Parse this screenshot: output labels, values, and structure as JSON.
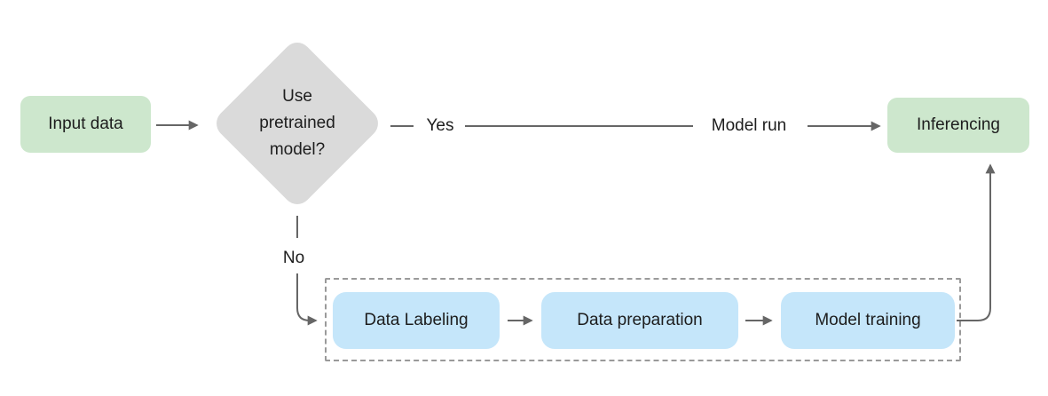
{
  "flowchart": {
    "nodes": {
      "input_data": {
        "label": "Input data",
        "shape": "rounded-rect",
        "fill": "#cde7cd"
      },
      "decision": {
        "label": "Use pretrained model?",
        "shape": "diamond",
        "fill": "#dadada"
      },
      "inferencing": {
        "label": "Inferencing",
        "shape": "rounded-rect",
        "fill": "#cde7cd"
      },
      "data_labeling": {
        "label": "Data Labeling",
        "shape": "rounded-rect",
        "fill": "#c5e6fa"
      },
      "data_preparation": {
        "label": "Data preparation",
        "shape": "rounded-rect",
        "fill": "#c5e6fa"
      },
      "model_training": {
        "label": "Model training",
        "shape": "rounded-rect",
        "fill": "#c5e6fa"
      }
    },
    "edges": [
      {
        "id": "input-to-decision",
        "from": "input_data",
        "to": "decision",
        "label": ""
      },
      {
        "id": "decision-to-inferencing",
        "from": "decision",
        "to": "inferencing",
        "label": "Yes",
        "midpoint_label": "Model run"
      },
      {
        "id": "decision-to-labeling",
        "from": "decision",
        "to": "data_labeling",
        "label": "No"
      },
      {
        "id": "labeling-to-preparation",
        "from": "data_labeling",
        "to": "data_preparation",
        "label": ""
      },
      {
        "id": "preparation-to-training",
        "from": "data_preparation",
        "to": "model_training",
        "label": ""
      },
      {
        "id": "training-to-inferencing",
        "from": "model_training",
        "to": "inferencing",
        "label": ""
      }
    ],
    "group": {
      "members": [
        "data_labeling",
        "data_preparation",
        "model_training"
      ],
      "border_style": "dashed"
    },
    "colors": {
      "green_node": "#cde7cd",
      "blue_node": "#c5e6fa",
      "gray_decision": "#dadada",
      "connector": "#666666",
      "dashed_border": "#9a9a9a",
      "text": "#1d1d1d",
      "background": "#ffffff"
    }
  }
}
